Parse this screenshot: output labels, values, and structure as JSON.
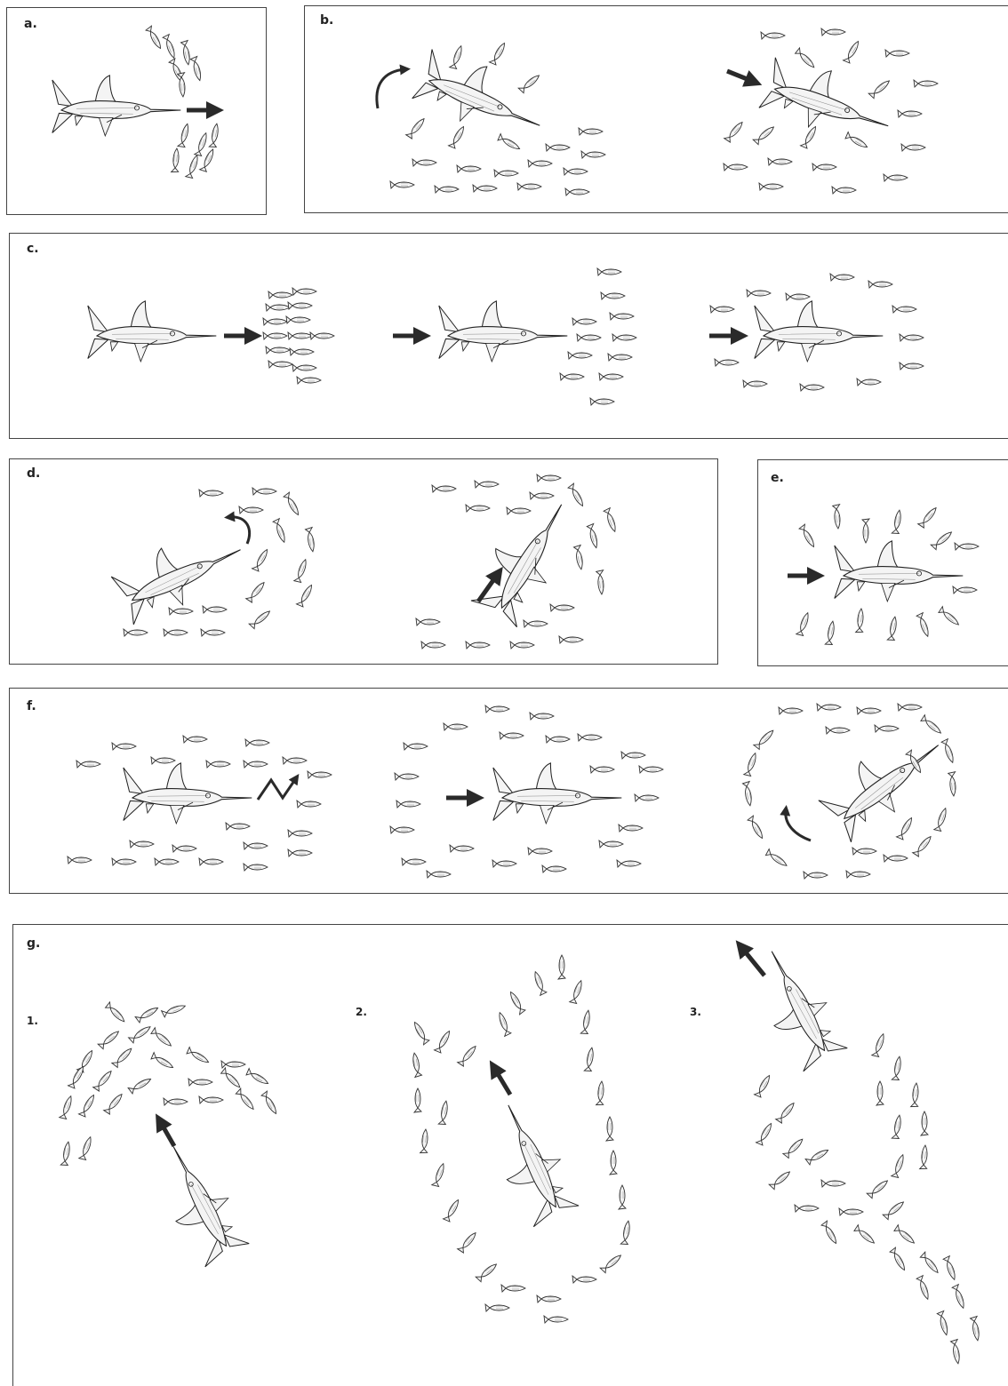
{
  "panels": {
    "a": {
      "label": "a."
    },
    "b": {
      "label": "b."
    },
    "c": {
      "label": "c."
    },
    "d": {
      "label": "d."
    },
    "e": {
      "label": "e."
    },
    "f": {
      "label": "f."
    },
    "g": {
      "label": "g.",
      "steps": [
        "1.",
        "2.",
        "3."
      ]
    }
  },
  "colors": {
    "ink": "#222222",
    "fish_fill": "#f4f4f4",
    "arrow": "#2a2a2a"
  },
  "icons": {
    "predator": "swordfish-icon",
    "prey": "small-fish-icon",
    "movement": "arrow-icon"
  }
}
